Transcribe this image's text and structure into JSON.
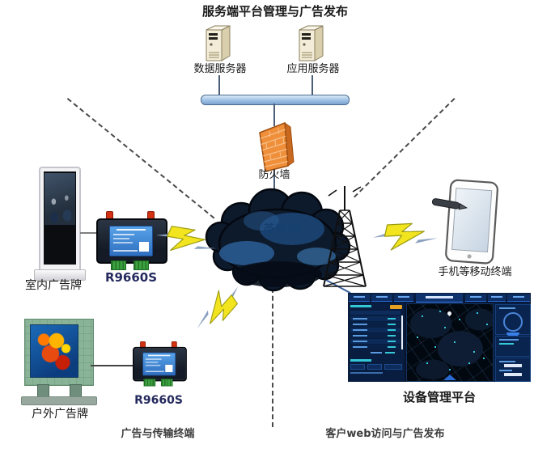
{
  "header": {
    "title": "服务端平台管理与广告发布"
  },
  "servers": {
    "data_server_label": "数据服务器",
    "app_server_label": "应用服务器"
  },
  "firewall": {
    "label": "防火墙"
  },
  "cloud": {
    "label": "英特网"
  },
  "terminals": {
    "indoor_sign_label": "室内广告牌",
    "router_model_1": "R9660S",
    "outdoor_sign_label": "户外广告牌",
    "router_model_2": "R9660S",
    "section_caption": "广告与传输终端"
  },
  "clients": {
    "mobile_caption": "手机等移动终端",
    "dashboard_caption": "设备管理平台",
    "section_caption": "客户web访问与广告发布"
  },
  "colors": {
    "firewall_orange": "#ef8f3a",
    "bus_blue": "#9dc0e4",
    "cloud_highlight": "#2d5f98",
    "bolt_yellow": "#f2e41f",
    "router_label_blue": "#3f85d6",
    "dashboard_bg": "#07142e",
    "dashboard_accent": "#35c8d8"
  }
}
